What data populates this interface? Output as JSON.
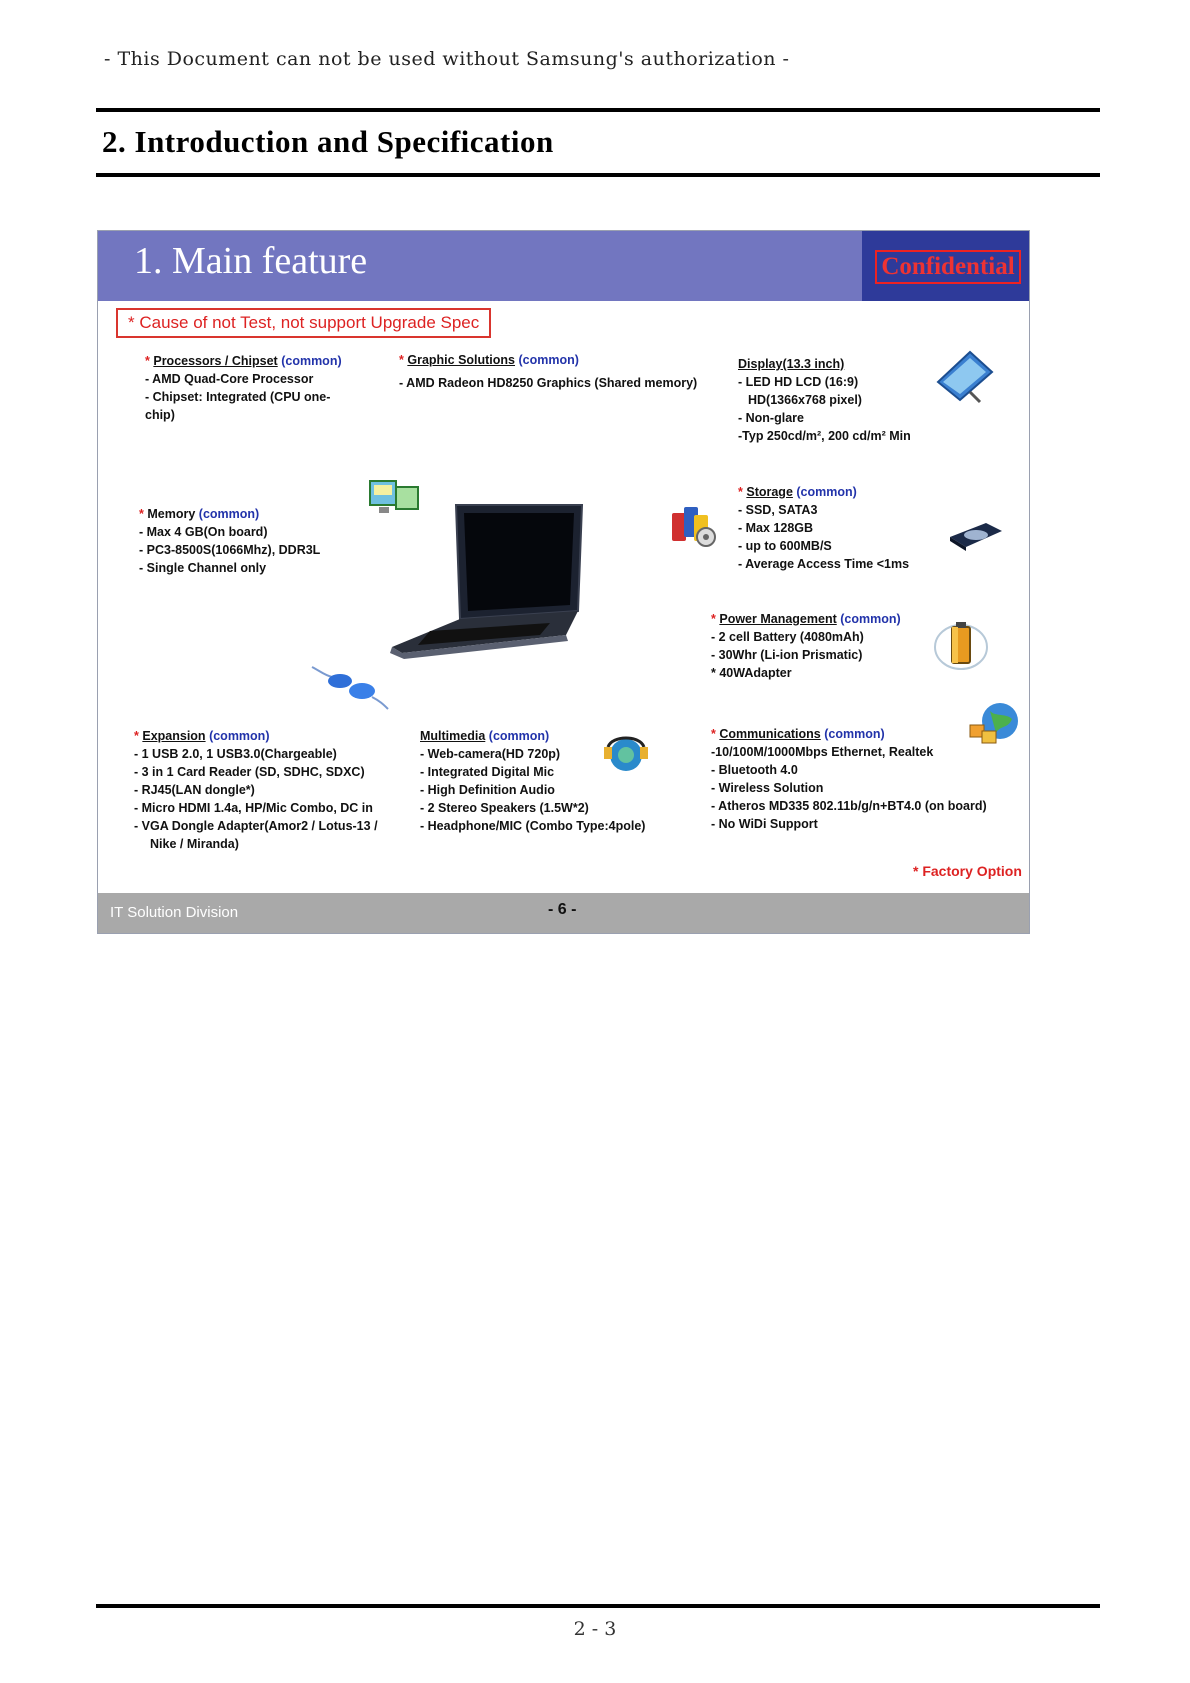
{
  "document": {
    "notice": "- This Document can not be used without Samsung's authorization -",
    "heading": "2. Introduction and Specification",
    "page_number": "2 - 3"
  },
  "slide": {
    "title": "1. Main feature",
    "confidential": "Confidential",
    "warning": "* Cause of not Test, not support Upgrade Spec",
    "footer_division": "IT Solution Division",
    "footer_page": "- 6 -",
    "factory_option": "* Factory Option",
    "colors": {
      "header": "#7276c0",
      "confidential_bg": "#2e3a9a",
      "accent_red": "#d22222",
      "common_blue": "#2233aa"
    },
    "icons": [
      "monitor-icon",
      "display-panel-icon",
      "storage-icon",
      "optical-drive-icon",
      "laptop-image",
      "battery-icon",
      "usb-dongle-icon",
      "headset-icon",
      "globe-icon"
    ],
    "blocks": {
      "processors": {
        "star": "*",
        "title": "Processors / Chipset",
        "tag": "(common)",
        "lines": [
          "- AMD Quad-Core Processor",
          "- Chipset: Integrated (CPU one-",
          "chip)"
        ]
      },
      "graphics": {
        "star": "*",
        "title": "Graphic Solutions",
        "tag": "(common)",
        "lines": [
          "- AMD Radeon HD8250 Graphics (Shared memory)"
        ]
      },
      "display": {
        "title": "Display(13.3 inch)",
        "lines": [
          "- LED HD LCD (16:9)",
          "HD(1366x768 pixel)",
          "- Non-glare",
          "-Typ 250cd/m², 200 cd/m² Min"
        ]
      },
      "memory": {
        "star": "*",
        "title": "Memory",
        "tag": "(common)",
        "lines": [
          "- Max 4 GB(On board)",
          "- PC3-8500S(1066Mhz), DDR3L",
          "- Single Channel only"
        ]
      },
      "storage": {
        "star": "*",
        "title": "Storage",
        "tag": "(common)",
        "lines": [
          "- SSD, SATA3",
          "- Max 128GB",
          "- up to 600MB/S",
          "- Average Access Time <1ms"
        ]
      },
      "power": {
        "star": "*",
        "title": "Power Management",
        "tag": "(common)",
        "lines": [
          "- 2 cell Battery (4080mAh)",
          "- 30Whr (Li-ion Prismatic)",
          "* 40WAdapter"
        ]
      },
      "expansion": {
        "star": "*",
        "title": "Expansion",
        "tag": "(common)",
        "lines": [
          "- 1 USB 2.0, 1 USB3.0(Chargeable)",
          "- 3 in 1 Card Reader (SD, SDHC, SDXC)",
          "- RJ45(LAN dongle*)",
          "- Micro HDMI 1.4a, HP/Mic Combo, DC in",
          "- VGA Dongle Adapter(Amor2 / Lotus-13 /",
          "Nike / Miranda)"
        ]
      },
      "multimedia": {
        "title": "Multimedia",
        "tag": "(common)",
        "lines": [
          "- Web-camera(HD 720p)",
          "- Integrated Digital Mic",
          "- High Definition Audio",
          "- 2 Stereo Speakers (1.5W*2)",
          "- Headphone/MIC (Combo Type:4pole)"
        ]
      },
      "communications": {
        "star": "*",
        "title": "Communications",
        "tag": "(common)",
        "lines": [
          "-10/100M/1000Mbps Ethernet, Realtek",
          "- Bluetooth 4.0",
          "- Wireless Solution",
          "- Atheros MD335 802.11b/g/n+BT4.0 (on board)",
          "- No WiDi Support"
        ]
      }
    }
  }
}
